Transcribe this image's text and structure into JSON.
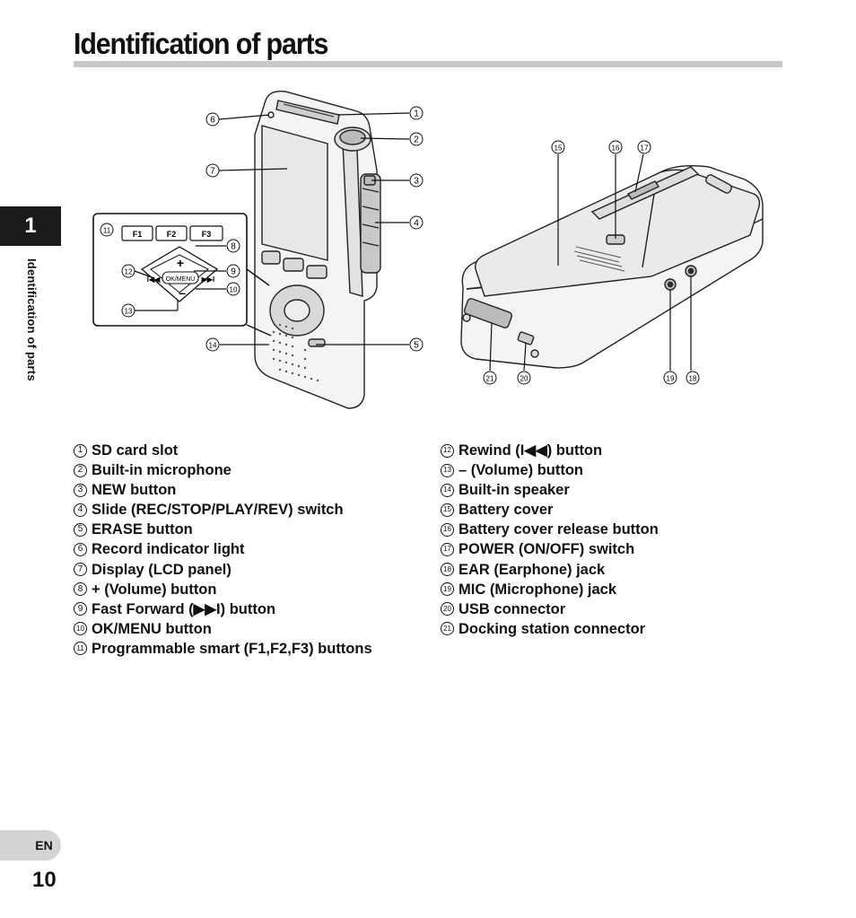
{
  "page": {
    "title": "Identification of parts",
    "chapter_number": "1",
    "chapter_title": "Identification of parts",
    "language": "EN",
    "page_number": "10"
  },
  "figure": {
    "callouts": [
      "1",
      "2",
      "3",
      "4",
      "5",
      "6",
      "7",
      "8",
      "9",
      "10",
      "11",
      "12",
      "13",
      "14",
      "15",
      "16",
      "17",
      "18",
      "19",
      "20",
      "21"
    ],
    "function_keys": [
      "F1",
      "F2",
      "F3"
    ],
    "center_key": "OK/MENU",
    "plus_symbol": "+",
    "minus_symbol": "–",
    "rewind_symbol": "I◀◀",
    "forward_symbol": "▶▶I"
  },
  "parts_left": [
    {
      "num": "1",
      "text": "SD card slot"
    },
    {
      "num": "2",
      "text": "Built-in microphone"
    },
    {
      "num": "3",
      "text": "NEW button"
    },
    {
      "num": "4",
      "text": "Slide (REC/STOP/PLAY/REV) switch"
    },
    {
      "num": "5",
      "text": "ERASE button"
    },
    {
      "num": "6",
      "text": "Record indicator light"
    },
    {
      "num": "7",
      "text": "Display (LCD panel)"
    },
    {
      "num": "8",
      "text": "+ (Volume) button"
    },
    {
      "num": "9",
      "text": "Fast Forward (▶▶I) button"
    },
    {
      "num": "10",
      "text": "OK/MENU button"
    },
    {
      "num": "11",
      "text": "Programmable smart (F1,F2,F3) buttons"
    }
  ],
  "parts_right": [
    {
      "num": "12",
      "text": "Rewind (I◀◀) button"
    },
    {
      "num": "13",
      "text": "– (Volume) button"
    },
    {
      "num": "14",
      "text": "Built-in speaker"
    },
    {
      "num": "15",
      "text": "Battery cover"
    },
    {
      "num": "16",
      "text": "Battery cover release button"
    },
    {
      "num": "17",
      "text": "POWER (ON/OFF) switch"
    },
    {
      "num": "18",
      "text": "EAR (Earphone) jack"
    },
    {
      "num": "19",
      "text": "MIC (Microphone) jack"
    },
    {
      "num": "20",
      "text": "USB connector"
    },
    {
      "num": "21",
      "text": "Docking station connector"
    }
  ]
}
